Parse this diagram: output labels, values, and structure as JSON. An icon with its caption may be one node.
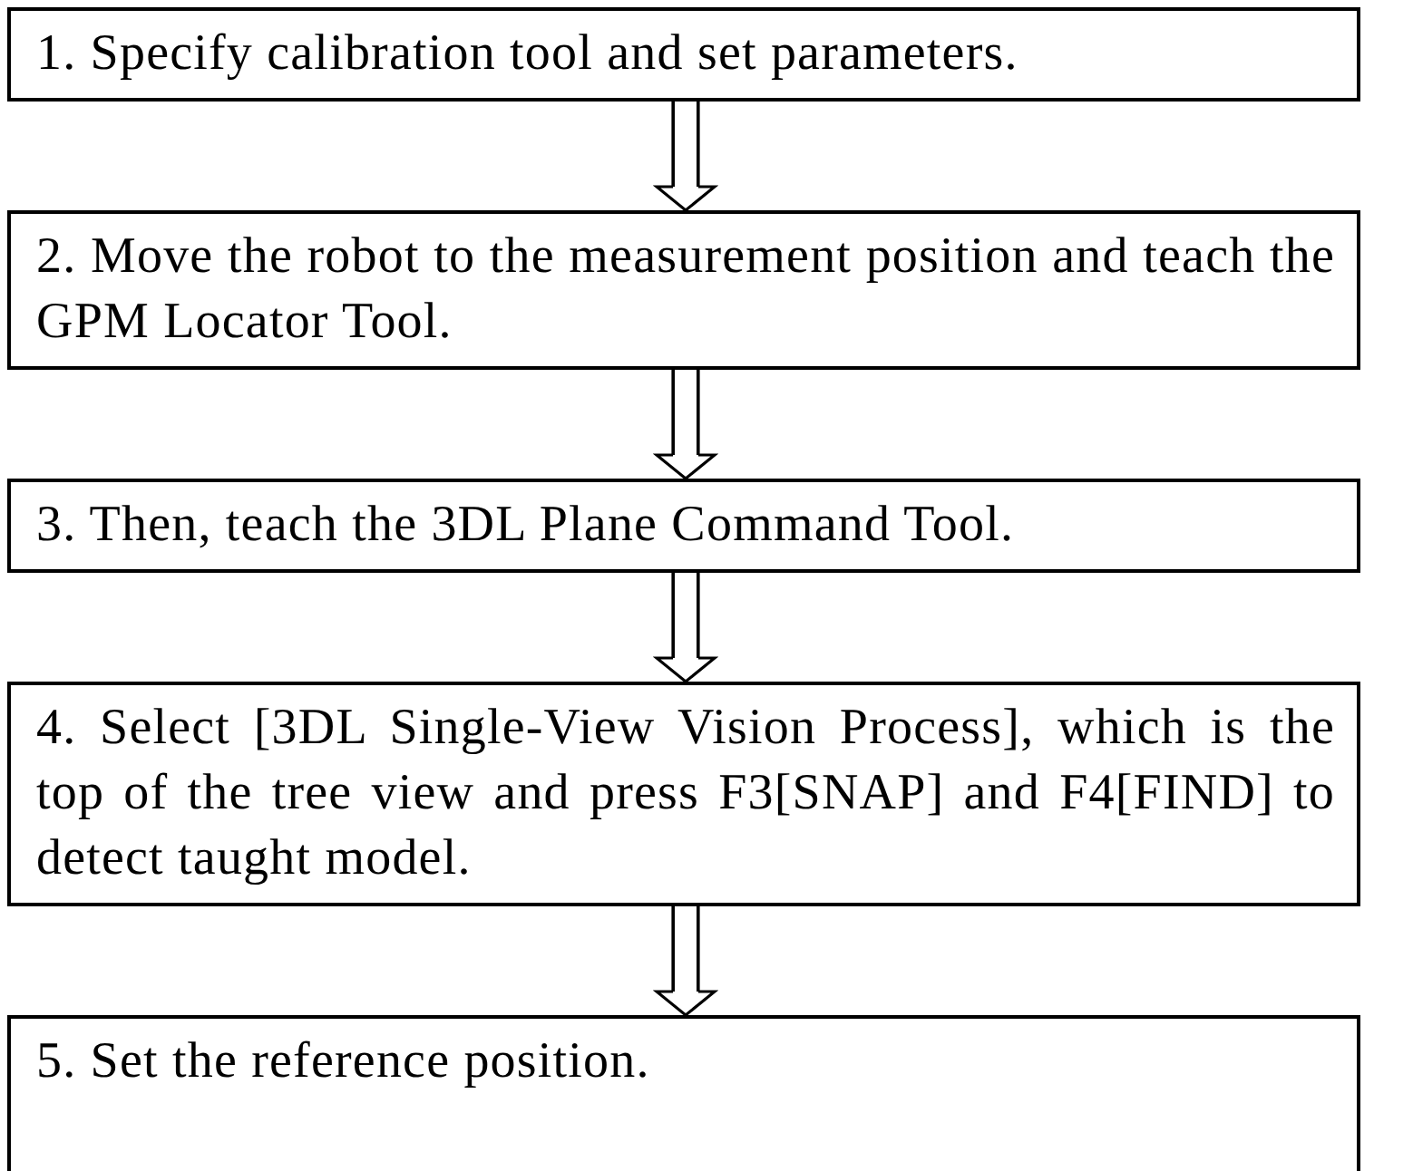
{
  "diagram": {
    "nodes": [
      {
        "text": [
          "1.  Specify calibration tool and set parameters."
        ]
      },
      {
        "text": [
          "2.  Move the robot to the measurement position and teach the GPM Locator Tool."
        ]
      },
      {
        "text": [
          "3.  Then, teach the 3DL Plane Command Tool."
        ]
      },
      {
        "text": [
          "4.  Select [3DL Single-View Vision Process], which is the top of the tree view and press F3[SNAP] and F4[FIND] to detect taught model."
        ]
      },
      {
        "text": [
          "5.  Set the reference position."
        ]
      }
    ],
    "edges": [
      {
        "from": 0,
        "to": 1,
        "arrow": "to"
      },
      {
        "from": 1,
        "to": 2,
        "arrow": "to"
      },
      {
        "from": 2,
        "to": 3,
        "arrow": "to"
      },
      {
        "from": 3,
        "to": 4,
        "arrow": "to"
      }
    ]
  }
}
